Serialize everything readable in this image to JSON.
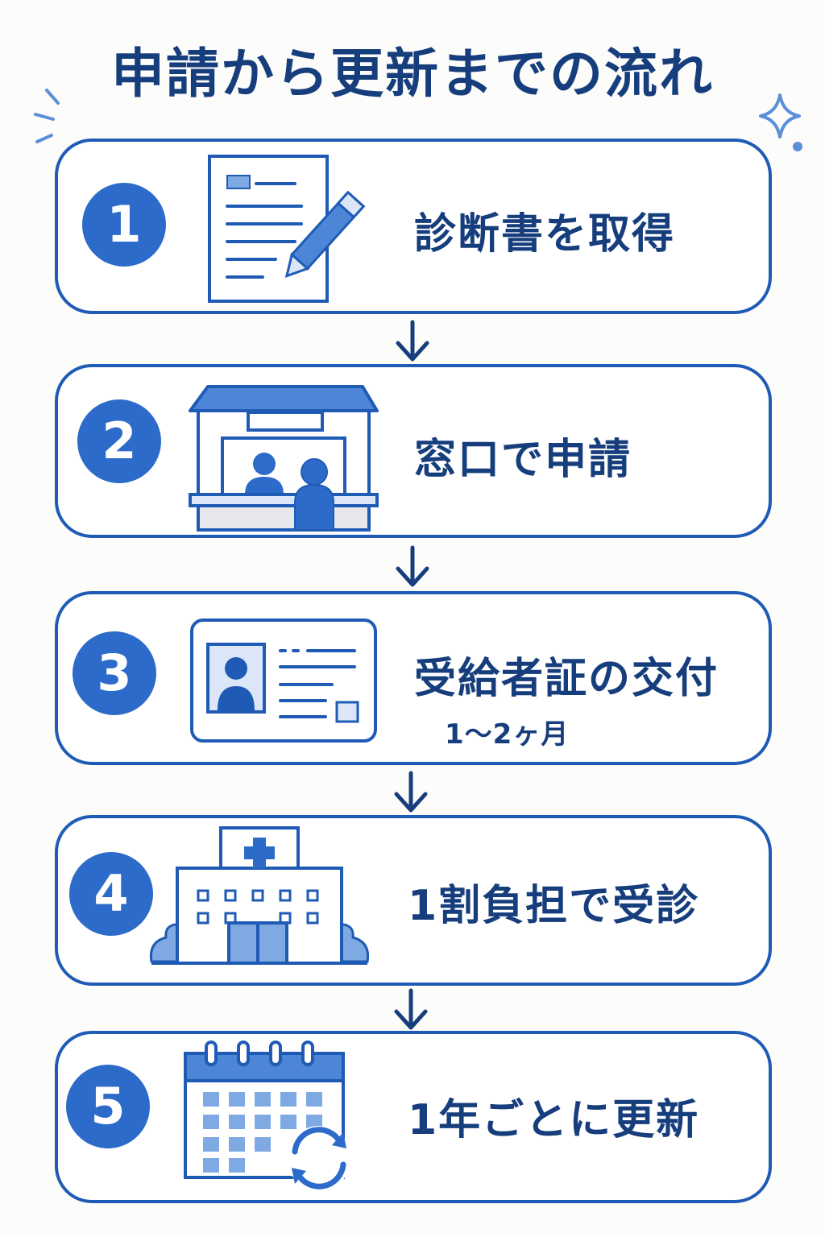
{
  "title": "申請から更新までの流れ",
  "steps": [
    {
      "number": "1",
      "label": "診断書を取得",
      "icon": "document-pen-icon"
    },
    {
      "number": "2",
      "label": "窓口で申請",
      "icon": "service-counter-icon"
    },
    {
      "number": "3",
      "label": "受給者証の交付",
      "note": "1～2ヶ月",
      "icon": "id-card-icon"
    },
    {
      "number": "4",
      "label": "1割負担で受診",
      "icon": "hospital-icon"
    },
    {
      "number": "5",
      "label": "1年ごとに更新",
      "icon": "calendar-renew-icon"
    }
  ],
  "colors": {
    "accent": "#2c6bc9",
    "border": "#1f5bb5",
    "text": "#173e7c",
    "light": "#7fa9e3",
    "pale": "#dbe7f8"
  }
}
